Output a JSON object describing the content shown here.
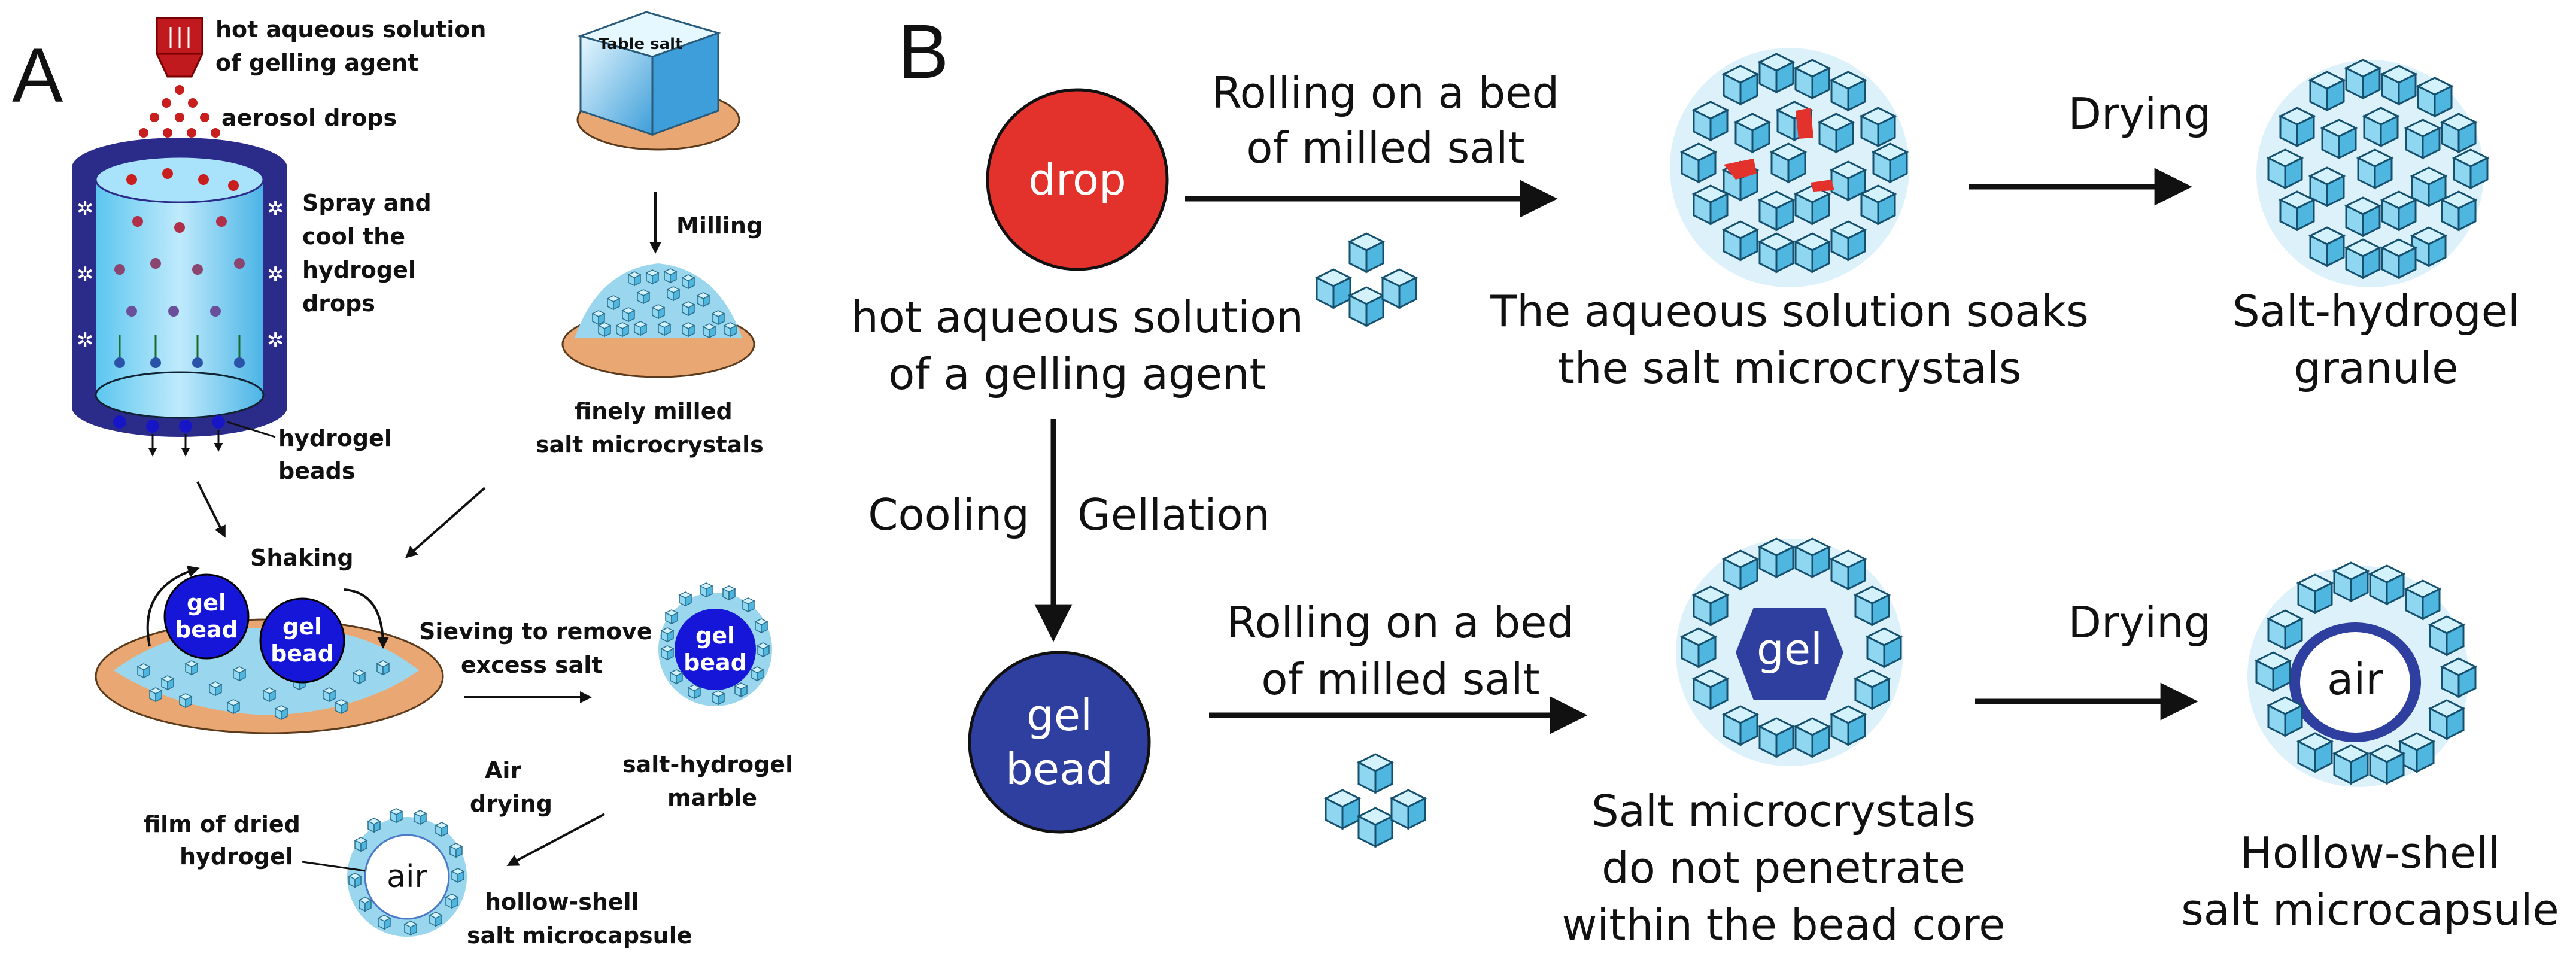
{
  "panel_a": {
    "label": "A",
    "hot_solution": [
      "hot aqueous solution",
      "of gelling agent"
    ],
    "aerosol_drops": "aerosol drops",
    "spray_cool": [
      "Spray and",
      "cool the",
      "hydrogel",
      "drops"
    ],
    "hydrogel_beads": [
      "hydrogel",
      "beads"
    ],
    "table_salt": "Table salt",
    "milling": "Milling",
    "finely_milled": [
      "finely milled",
      "salt microcrystals"
    ],
    "shaking": "Shaking",
    "gel_bead": [
      "gel",
      "bead"
    ],
    "sieving": [
      "Sieving to remove",
      "excess salt"
    ],
    "salt_marble": [
      "salt-hydrogel",
      "marble"
    ],
    "air_drying": [
      "Air",
      "drying"
    ],
    "film": [
      "film of dried",
      "hydrogel"
    ],
    "air": "air",
    "hollow_shell": [
      "hollow-shell",
      "salt microcapsule"
    ]
  },
  "panel_b": {
    "label": "B",
    "drop": "drop",
    "hot_solution": [
      "hot aqueous solution",
      "of a gelling agent"
    ],
    "rolling_top": [
      "Rolling on a bed",
      "of milled salt"
    ],
    "soaks": [
      "The aqueous solution soaks",
      "the salt microcrystals"
    ],
    "drying_top": "Drying",
    "granule": [
      "Salt-hydrogel",
      "granule"
    ],
    "cooling": "Cooling",
    "gellation": "Gellation",
    "gel_bead": [
      "gel",
      "bead"
    ],
    "rolling_bottom": [
      "Rolling on a bed",
      "of milled salt"
    ],
    "gel": "gel",
    "no_penetrate": [
      "Salt microcrystals",
      "do not penetrate",
      "within the bead core"
    ],
    "drying_bottom": "Drying",
    "air": "air",
    "capsule": [
      "Hollow-shell",
      "salt microcapsule"
    ]
  },
  "colors": {
    "drop_red": "#e3322b",
    "gel_blue": "#2e3fa0",
    "cube_light": "#bfe9f7",
    "cube_mid": "#7fd0ef",
    "cube_dark": "#3aa7d6",
    "dish": "#e9a873",
    "bead_blue": "#1616d8"
  }
}
